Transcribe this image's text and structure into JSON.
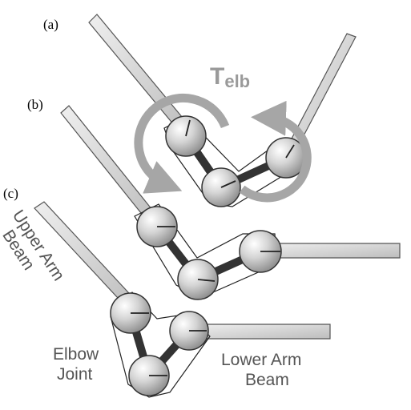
{
  "panels": {
    "a": "(a)",
    "b": "(b)",
    "c": "(c)"
  },
  "torque": {
    "symbol": "T",
    "subscript": "elb"
  },
  "labels": {
    "upper_arm_line1": "Upper Arm",
    "upper_arm_line2": "Beam",
    "elbow_line1": "Elbow",
    "elbow_line2": "Joint",
    "lower_arm_line1": "Lower Arm",
    "lower_arm_line2": "Beam"
  },
  "colors": {
    "beam_fill": "#d6d6d6",
    "beam_stroke": "#555555",
    "ball": "#c8c8c8",
    "link": "#333333",
    "arrow": "#a6a6a6",
    "text": "#555555"
  }
}
